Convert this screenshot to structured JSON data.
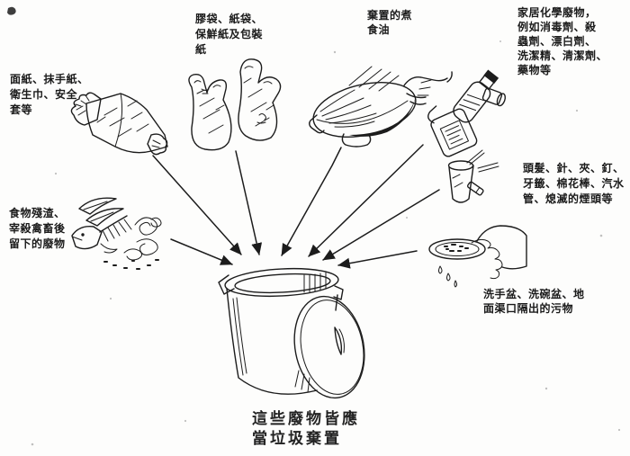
{
  "page": {
    "background_color": "#fdfdfc",
    "ink_color": "#1c1c1c"
  },
  "caption": {
    "line1": "這些廢物皆應",
    "line2": "當垃圾棄置"
  },
  "labels": {
    "paper_waste": {
      "line1": "面紙、抹手紙、",
      "line2": "衛生巾、安全",
      "line3": "套等"
    },
    "bags_wrapping": {
      "line1": "膠袋、紙袋、",
      "line2": "保鮮紙及包裝",
      "line3": "紙"
    },
    "cooking_oil": {
      "line1": "棄置的煮",
      "line2": "食油"
    },
    "household_chemicals": {
      "line1": "家居化學廢物，",
      "line2": "例如消毒劑、殺",
      "line3": "蟲劑、漂白劑、",
      "line4": "洗潔精、清潔劑、",
      "line5": "藥物等"
    },
    "small_sharp_items": {
      "line1": "頭髮、針、夾、釘、",
      "line2": "牙籤、棉花棒、汽水",
      "line3": "管、熄滅的煙頭等"
    },
    "food_scraps": {
      "line1": "食物殘渣、",
      "line2": "宰殺禽畜後",
      "line3": "留下的廢物"
    },
    "drain_filth": {
      "line1": "洗手盆、洗碗盆、地",
      "line2": "面渠口隔出的污物"
    }
  },
  "illustrations": [
    "crumpled-tissue-paper",
    "plastic-bags",
    "wok-with-waste-oil",
    "chemical-bottles",
    "cup-and-straws",
    "fish-bones-and-peels",
    "hand-with-drain-strainer",
    "rubbish-bin-with-lid"
  ]
}
